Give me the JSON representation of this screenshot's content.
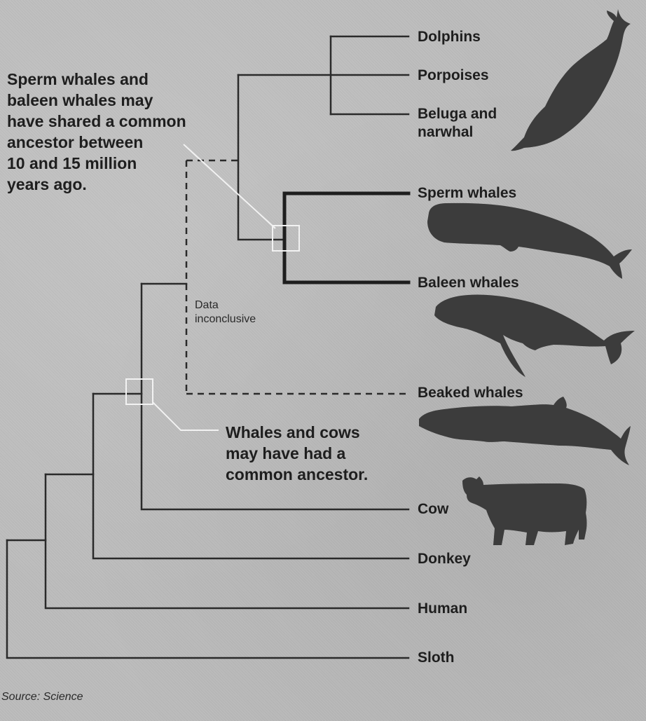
{
  "taxa": {
    "dolphins": "Dolphins",
    "porpoises": "Porpoises",
    "beluga_line1": "Beluga and",
    "beluga_line2": "narwhal",
    "sperm": "Sperm whales",
    "baleen": "Baleen whales",
    "beaked": "Beaked whales",
    "cow": "Cow",
    "donkey": "Donkey",
    "human": "Human",
    "sloth": "Sloth"
  },
  "annotations": {
    "sperm_baleen": [
      "Sperm whales and",
      "baleen whales may",
      "have shared a common",
      "ancestor between",
      "10 and 15 million",
      "years ago."
    ],
    "whales_cows": [
      "Whales and cows",
      "may have had a",
      "common ancestor."
    ],
    "inconclusive": [
      "Data",
      "inconclusive"
    ]
  },
  "source": "Source: Science",
  "colors": {
    "background": "#bcbcbc",
    "ink": "#1e1e1e",
    "silhouette": "#3c3c3c"
  },
  "icons": [
    "dolphin-silhouette",
    "sperm-whale-silhouette",
    "baleen-whale-silhouette",
    "beaked-whale-silhouette",
    "cow-silhouette"
  ]
}
